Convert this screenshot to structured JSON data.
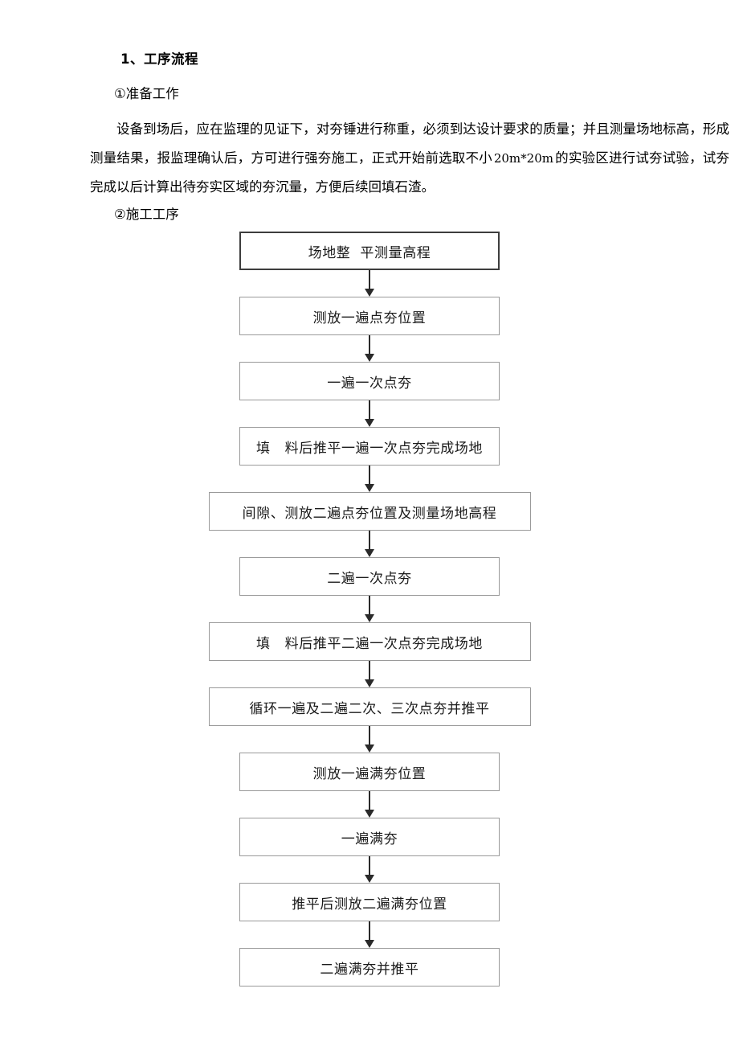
{
  "document": {
    "heading": "1、工序流程",
    "section_one_label": "①准备工作",
    "paragraph": "设备到场后，应在监理的见证下，对夯锤进行称重，必须到达设计要求的质量；并且测量场地标高，形成测量结果，报监理确认后，方可进行强夯施工，正式开始前选取不小 20m*20m 的实验区进行试夯试验，试夯完成以后计算出待夯实区域的夯沉量，方便后续回填石渣。",
    "paragraph_parts": {
      "before_dim": "设备到场后，应在监理的见证下，对夯锤进行称重，必须到达设计要求的质量；并且测量场地标高，形成测量结果，报监理确认后，方可进行强夯施工，正式开始前选取不小",
      "dimension": "20m*20m",
      "after_dim": "的实验区进行试夯试验，试夯完成以后计算出待夯实区域的夯沉量，方便后续回填石渣。"
    },
    "section_two_label": "②施工工序"
  },
  "flowchart": {
    "orientation": "vertical-top-down",
    "connector_icon": "down-arrow-icon",
    "nodes": [
      {
        "id": "n1",
        "label": "场地整  平测量高程",
        "width": "narrow",
        "emphasis": true
      },
      {
        "id": "n2",
        "label": "测放一遍点夯位置",
        "width": "narrow",
        "emphasis": false
      },
      {
        "id": "n3",
        "label": "一遍一次点夯",
        "width": "narrow",
        "emphasis": false
      },
      {
        "id": "n4",
        "label": "填   料后推平一遍一次点夯完成场地",
        "width": "narrow",
        "emphasis": false
      },
      {
        "id": "n5",
        "label": "间隙、测放二遍点夯位置及测量场地高程",
        "width": "wide",
        "emphasis": false
      },
      {
        "id": "n6",
        "label": "二遍一次点夯",
        "width": "narrow",
        "emphasis": false
      },
      {
        "id": "n7",
        "label": "填   料后推平二遍一次点夯完成场地",
        "width": "wide",
        "emphasis": false
      },
      {
        "id": "n8",
        "label": "循环一遍及二遍二次、三次点夯并推平",
        "width": "wide",
        "emphasis": false
      },
      {
        "id": "n9",
        "label": "测放一遍满夯位置",
        "width": "narrow",
        "emphasis": false
      },
      {
        "id": "n10",
        "label": "一遍满夯",
        "width": "narrow",
        "emphasis": false
      },
      {
        "id": "n11",
        "label": "推平后测放二遍满夯位置",
        "width": "narrow",
        "emphasis": false
      },
      {
        "id": "n12",
        "label": "二遍满夯并推平",
        "width": "narrow",
        "emphasis": false
      }
    ]
  },
  "colors": {
    "page_background": "#ffffff",
    "text": "#000000",
    "node_border": "#9a9a9a",
    "node_border_emphasis": "#3d3d3d",
    "connector": "#2a2a2a"
  }
}
